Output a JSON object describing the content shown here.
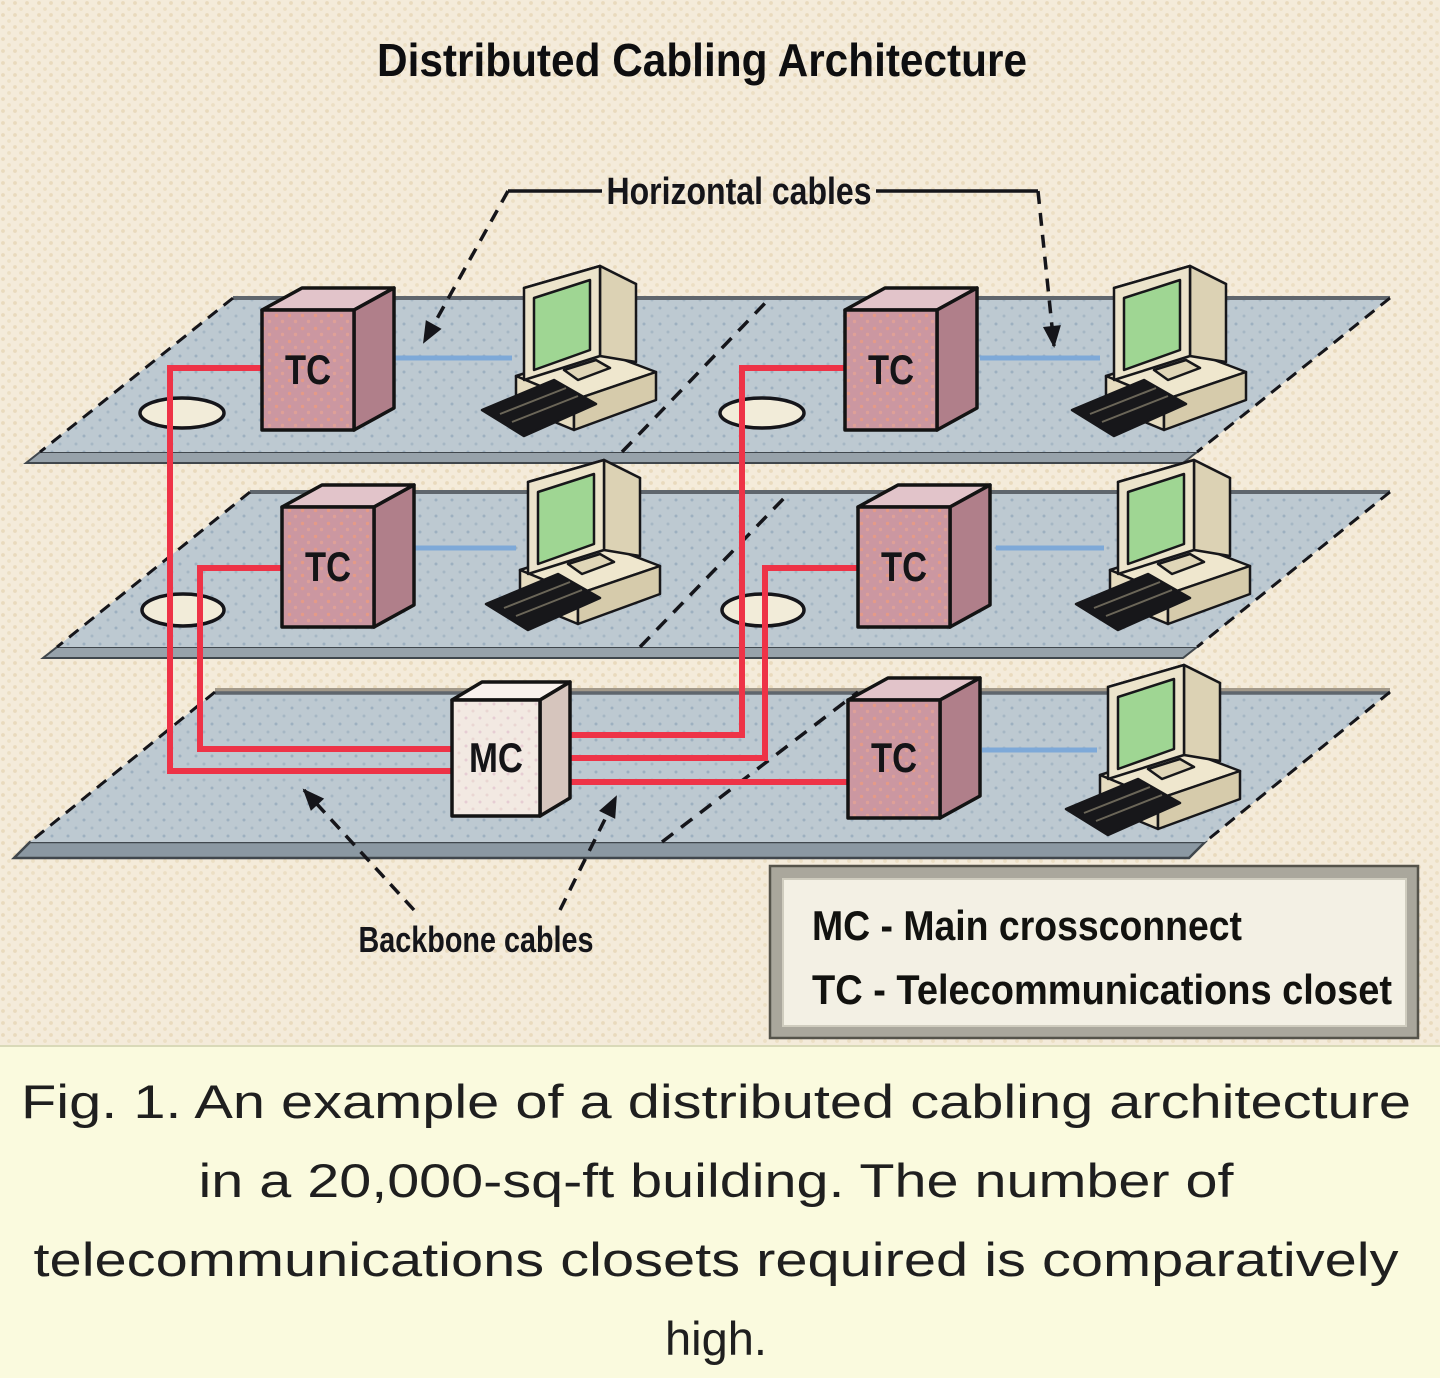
{
  "title": "Distributed Cabling Architecture",
  "annotations": {
    "horizontal_cables": "Horizontal cables",
    "backbone_cables": "Backbone cables"
  },
  "nodes": {
    "tc_label": "TC",
    "mc_label": "MC"
  },
  "legend": {
    "items": [
      {
        "abbr": "MC",
        "text": "MC - Main crossconnect"
      },
      {
        "abbr": "TC",
        "text": "TC - Telecommunications closet"
      }
    ]
  },
  "caption": {
    "lines": [
      "Fig. 1. An example of a distributed cabling architecture",
      "in a 20,000-sq-ft building. The number of",
      "telecommunications closets required is comparatively",
      "high."
    ]
  },
  "figure": {
    "floors": 3,
    "tc_count": 5,
    "mc_count": 1,
    "workstation_count": 5
  },
  "colors": {
    "background": "#f4ebda",
    "caption_background": "#fafade",
    "floor": "#bdc9d1",
    "backbone_cable": "#ee3347",
    "horizontal_cable": "#7ea9d8",
    "tc_box": "#cb97a1",
    "mc_box": "#f2e9e2"
  }
}
